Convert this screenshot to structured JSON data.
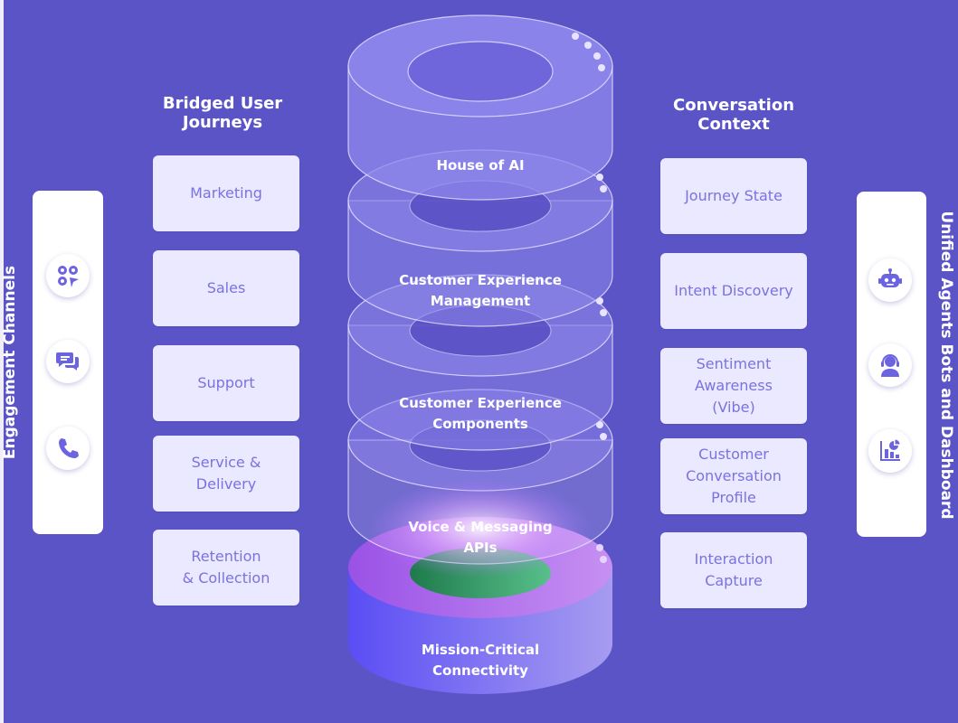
{
  "left_column": {
    "title_line1": "Bridged User",
    "title_line2": "Journeys",
    "items": [
      {
        "line1": "Marketing",
        "line2": ""
      },
      {
        "line1": "Sales",
        "line2": ""
      },
      {
        "line1": "Support",
        "line2": ""
      },
      {
        "line1": "Service &",
        "line2": "Delivery"
      },
      {
        "line1": "Retention",
        "line2": "& Collection"
      }
    ]
  },
  "right_column": {
    "title_line1": "Conversation",
    "title_line2": "Context",
    "items": [
      {
        "line1": "Journey State",
        "line2": "",
        "line3": ""
      },
      {
        "line1": "Intent Discovery",
        "line2": "",
        "line3": ""
      },
      {
        "line1": "Sentiment",
        "line2": "Awareness",
        "line3": "(Vibe)"
      },
      {
        "line1": "Customer",
        "line2": "Conversation",
        "line3": "Profile"
      },
      {
        "line1": "Interaction",
        "line2": "Capture",
        "line3": ""
      }
    ]
  },
  "engagement_channels": {
    "label": "Engagement Channels",
    "icons": [
      "social-apps-icon",
      "chat-bubbles-icon",
      "phone-icon"
    ]
  },
  "unified_agents": {
    "label": "Unified Agents Bots and Dashboard",
    "icons": [
      "robot-icon",
      "headset-agent-icon",
      "dashboard-chart-icon"
    ]
  },
  "stack": {
    "layers": [
      {
        "line1": "House of AI",
        "line2": ""
      },
      {
        "line1": "Customer Experience",
        "line2": "Management"
      },
      {
        "line1": "Customer Experience",
        "line2": "Components"
      },
      {
        "line1": "Voice & Messaging",
        "line2": "APIs"
      },
      {
        "line1": "Mission-Critical",
        "line2": "Connectivity"
      }
    ]
  },
  "colors": {
    "background": "#5b54c7",
    "card": "#ebe9ff",
    "card_text": "#7a72e0",
    "icon": "#6c63e0",
    "base_left": "#5a4df5",
    "base_right": "#a79cf0",
    "base_top": "#b377ee",
    "core_green": "#2e9e62"
  }
}
